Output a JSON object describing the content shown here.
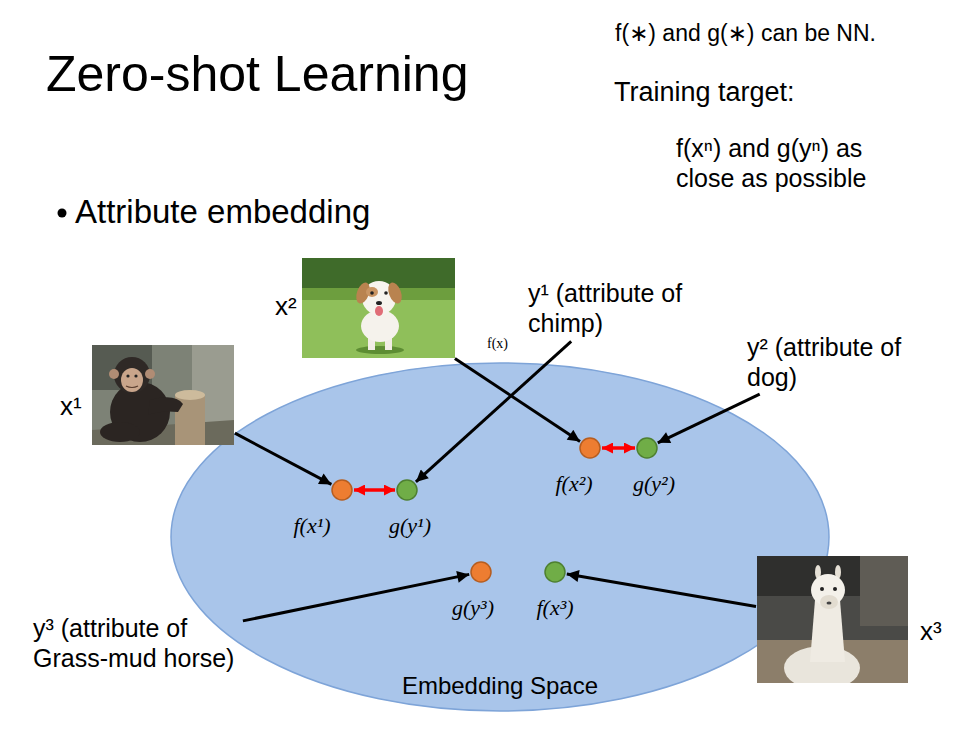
{
  "diagram": {
    "title": "Zero-shot Learning",
    "nodes": [
      {
        "text": [
          "x¹"
        ]
      },
      {
        "text": [
          "x²"
        ]
      },
      {
        "text": [
          "y¹ (attribute of chimp)"
        ]
      },
      {
        "text": [
          "y² (attribute of dog)"
        ]
      },
      {
        "text": [
          "Embedding Space"
        ]
      },
      {
        "text": [
          "f(x¹)"
        ],
        "in": 4
      },
      {
        "text": [
          "g(y¹)"
        ],
        "in": 4
      },
      {
        "text": [
          "f(x²)"
        ],
        "in": 4
      },
      {
        "text": [
          "g(y²)"
        ],
        "in": 4
      },
      {
        "text": [
          "g(y³)"
        ],
        "in": 4
      },
      {
        "text": [
          "f(x³)"
        ],
        "in": 4
      },
      {
        "text": [
          "y³ (attribute of Grass-mud horse)"
        ]
      },
      {
        "text": [
          "x³"
        ]
      }
    ],
    "edges": [
      {
        "from": 0,
        "to": 5,
        "arrow": "to"
      },
      {
        "from": 1,
        "to": 7,
        "arrow": "to"
      },
      {
        "from": 2,
        "to": 6,
        "arrow": "to"
      },
      {
        "from": 3,
        "to": 8,
        "arrow": "to"
      },
      {
        "from": 5,
        "to": 6,
        "arrow": "both"
      },
      {
        "from": 7,
        "to": 8,
        "arrow": "both"
      },
      {
        "from": 11,
        "to": 9,
        "arrow": "to"
      },
      {
        "from": 12,
        "to": 10,
        "arrow": "to"
      }
    ],
    "labels": [
      "f(∗) and g(∗) can be NN.",
      "Training target:",
      "f(xⁿ) and g(yⁿ) as close as possible",
      "Attribute embedding",
      "f(x)"
    ]
  }
}
